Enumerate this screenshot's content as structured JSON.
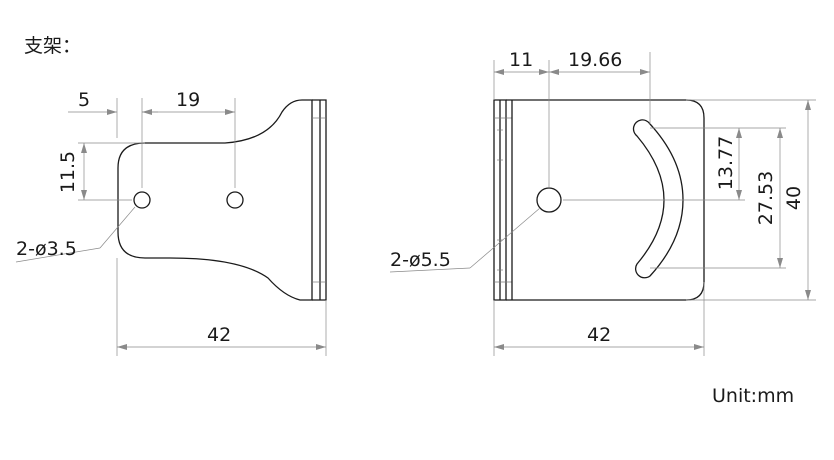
{
  "title": "支架：",
  "unit_label": "Unit:mm",
  "left_view": {
    "dim_offset_x": "5",
    "dim_hole_spacing": "19",
    "dim_hole_height": "11.5",
    "dim_width": "42",
    "hole_callout": "2-ø3.5"
  },
  "right_view": {
    "dim_hole_x": "11",
    "dim_slot_x": "19.66",
    "dim_slot_upper": "13.77",
    "dim_slot_span": "27.53",
    "dim_height": "40",
    "dim_width": "42",
    "hole_callout": "2-ø5.5"
  },
  "colors": {
    "line": "#1a1a1a",
    "dimension": "#8a8a8a",
    "background": "#ffffff"
  }
}
